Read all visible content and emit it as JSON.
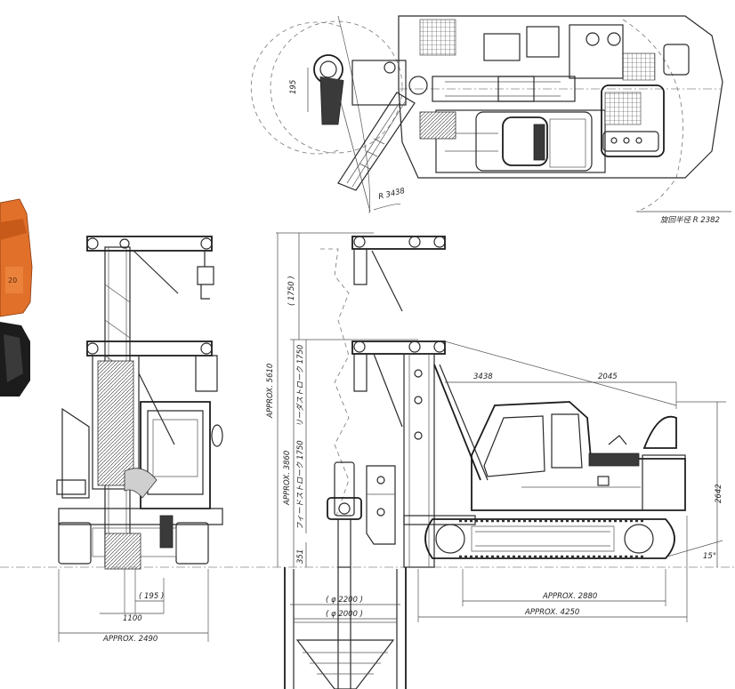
{
  "dimensions": {
    "swing_radius": "R 3438",
    "tail_radius": "旋回半径 R 2382",
    "offset_195_top": "195",
    "front_height_total": "APPROX. 5610",
    "front_height_lower": "APPROX. 3860",
    "upper_1750": "( 1750 )",
    "leader_1750": "リーダストローク 1750",
    "feed_1750": "フィードストローク 1750",
    "below_ground_351": "351",
    "boom_reach": "3438",
    "tail_2045": "2045",
    "body_height": "2642",
    "angle": "15°",
    "casing_2200": "( φ 2200 )",
    "casing_2000": "( φ 2000 )",
    "crawler_2880": "APPROX. 2880",
    "overall_4250": "APPROX. 4250",
    "side_195": "( 195 )",
    "gauge_1100": "1100",
    "width_2490": "APPROX. 2490"
  },
  "colors": {
    "machine_orange": "#e0702a",
    "line": "#2a2a2a",
    "background": "#ffffff"
  }
}
